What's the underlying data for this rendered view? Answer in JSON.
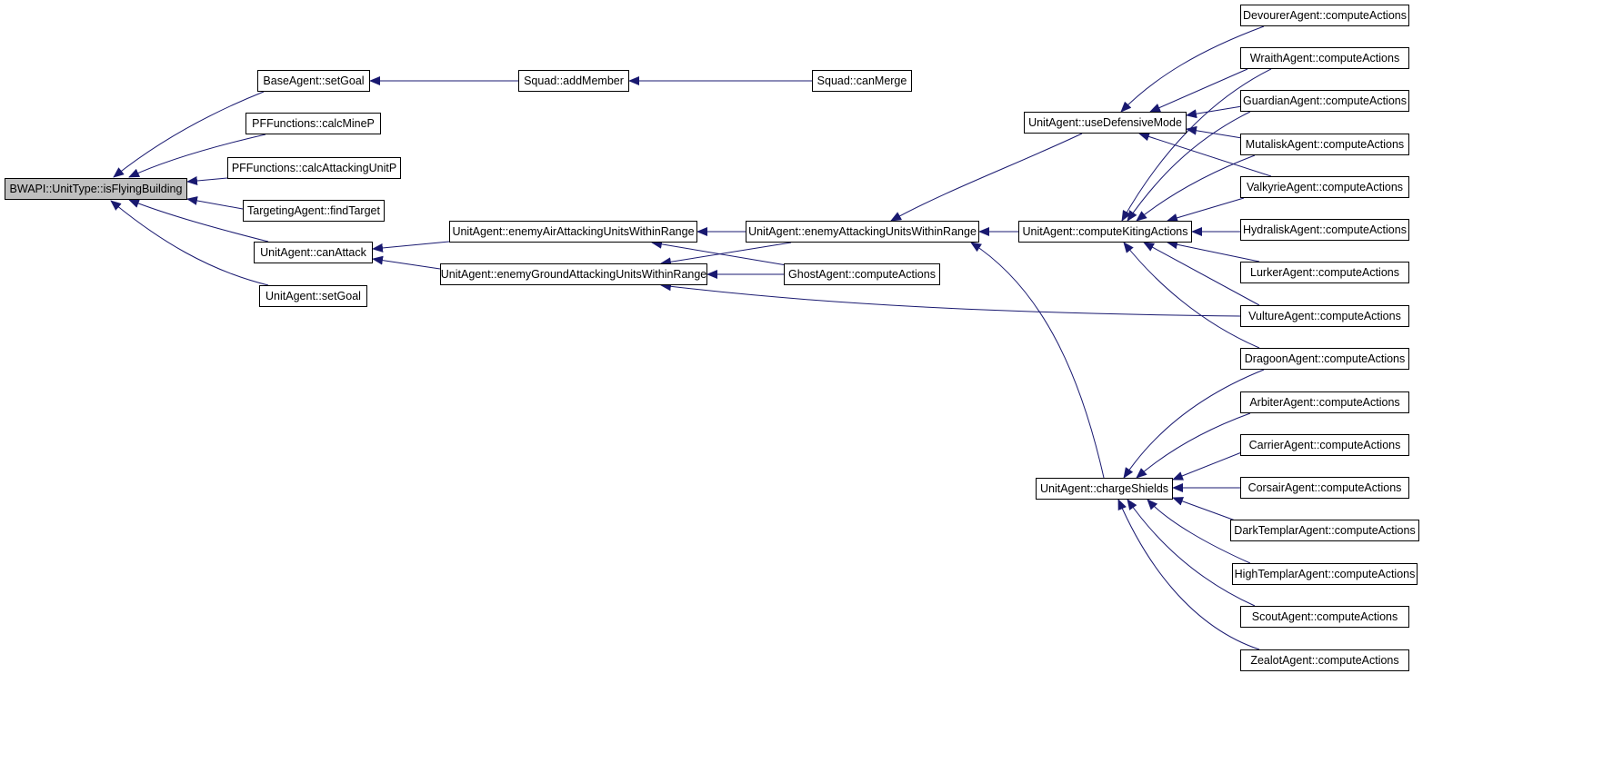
{
  "diagram": {
    "nodes": {
      "root": "BWAPI::UnitType::isFlyingBuilding",
      "base_setgoal": "BaseAgent::setGoal",
      "calc_mine": "PFFunctions::calcMineP",
      "calc_attacking": "PFFunctions::calcAttackingUnitP",
      "find_target": "TargetingAgent::findTarget",
      "can_attack": "UnitAgent::canAttack",
      "unit_setgoal": "UnitAgent::setGoal",
      "add_member": "Squad::addMember",
      "can_merge": "Squad::canMerge",
      "enemy_air": "UnitAgent::enemyAirAttackingUnitsWithinRange",
      "enemy_ground": "UnitAgent::enemyGroundAttackingUnitsWithinRange",
      "enemy_attacking": "UnitAgent::enemyAttackingUnitsWithinRange",
      "ghost": "GhostAgent::computeActions",
      "use_defensive": "UnitAgent::useDefensiveMode",
      "kiting": "UnitAgent::computeKitingActions",
      "charge_shields": "UnitAgent::chargeShields",
      "devourer": "DevourerAgent::computeActions",
      "wraith": "WraithAgent::computeActions",
      "guardian": "GuardianAgent::computeActions",
      "mutalisk": "MutaliskAgent::computeActions",
      "valkyrie": "ValkyrieAgent::computeActions",
      "hydralisk": "HydraliskAgent::computeActions",
      "lurker": "LurkerAgent::computeActions",
      "vulture": "VultureAgent::computeActions",
      "dragoon": "DragoonAgent::computeActions",
      "arbiter": "ArbiterAgent::computeActions",
      "carrier": "CarrierAgent::computeActions",
      "corsair": "CorsairAgent::computeActions",
      "dark_templar": "DarkTemplarAgent::computeActions",
      "high_templar": "HighTemplarAgent::computeActions",
      "scout": "ScoutAgent::computeActions",
      "zealot": "ZealotAgent::computeActions"
    },
    "colors": {
      "edge": "#191970",
      "root_fill": "#bfbfbf",
      "node_fill": "#ffffff",
      "node_border": "#000000"
    }
  }
}
